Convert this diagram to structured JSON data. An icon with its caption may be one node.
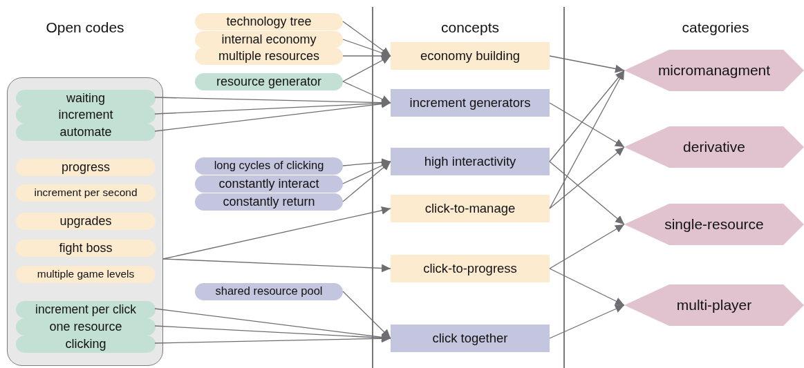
{
  "diagram": {
    "nodes": [
      {
        "text": [],
        "shape": "box"
      },
      {
        "text": [
          "waiting"
        ],
        "in": 0
      },
      {
        "text": [
          "increment"
        ],
        "in": 0
      },
      {
        "text": [
          "automate"
        ],
        "in": 0
      },
      {
        "text": [
          "progress"
        ],
        "in": 0
      },
      {
        "text": [
          "increment per second"
        ],
        "in": 0
      },
      {
        "text": [
          "upgrades"
        ],
        "in": 0
      },
      {
        "text": [
          "fight boss"
        ],
        "in": 0
      },
      {
        "text": [
          "multiple game levels"
        ],
        "in": 0
      },
      {
        "text": [
          "increment per click"
        ],
        "in": 0
      },
      {
        "text": [
          "one resource"
        ],
        "in": 0
      },
      {
        "text": [
          "clicking"
        ],
        "in": 0
      },
      {
        "text": [
          "technology tree"
        ]
      },
      {
        "text": [
          "internal economy"
        ]
      },
      {
        "text": [
          "multiple resources"
        ]
      },
      {
        "text": [
          "resource generator"
        ]
      },
      {
        "text": [
          "long cycles of clicking"
        ]
      },
      {
        "text": [
          "constantly interact"
        ]
      },
      {
        "text": [
          "constantly return"
        ]
      },
      {
        "text": [
          "shared resource pool"
        ]
      },
      {
        "text": [
          "economy building"
        ]
      },
      {
        "text": [
          "increment generators"
        ]
      },
      {
        "text": [
          "high interactivity"
        ]
      },
      {
        "text": [
          "click-to-manage"
        ]
      },
      {
        "text": [
          "click-to-progress"
        ]
      },
      {
        "text": [
          "click together"
        ]
      },
      {
        "text": [
          "micromanagment"
        ]
      },
      {
        "text": [
          "derivative"
        ]
      },
      {
        "text": [
          "single-resource"
        ]
      },
      {
        "text": [
          "multi-player"
        ]
      }
    ],
    "edges": [
      {
        "from": 12,
        "to": 20,
        "arrow": "to"
      },
      {
        "from": 13,
        "to": 20,
        "arrow": "to"
      },
      {
        "from": 14,
        "to": 20,
        "arrow": "to"
      },
      {
        "from": 15,
        "to": 20,
        "arrow": "to"
      },
      {
        "from": 15,
        "to": 21,
        "arrow": "to"
      },
      {
        "from": 1,
        "to": 21,
        "arrow": "to"
      },
      {
        "from": 2,
        "to": 21,
        "arrow": "to"
      },
      {
        "from": 3,
        "to": 21,
        "arrow": "to"
      },
      {
        "from": 16,
        "to": 22,
        "arrow": "to"
      },
      {
        "from": 17,
        "to": 22,
        "arrow": "to"
      },
      {
        "from": 18,
        "to": 22,
        "arrow": "to"
      },
      {
        "from": 0,
        "to": 23,
        "arrow": "to"
      },
      {
        "from": 0,
        "to": 24,
        "arrow": "to"
      },
      {
        "from": 19,
        "to": 25,
        "arrow": "to"
      },
      {
        "from": 9,
        "to": 25,
        "arrow": "to"
      },
      {
        "from": 10,
        "to": 25,
        "arrow": "to"
      },
      {
        "from": 11,
        "to": 25,
        "arrow": "to"
      },
      {
        "from": 20,
        "to": 26,
        "arrow": "to"
      },
      {
        "from": 21,
        "to": 27,
        "arrow": "to"
      },
      {
        "from": 22,
        "to": 26,
        "arrow": "to"
      },
      {
        "from": 22,
        "to": 28,
        "arrow": "to"
      },
      {
        "from": 23,
        "to": 26,
        "arrow": "to"
      },
      {
        "from": 23,
        "to": 27,
        "arrow": "to"
      },
      {
        "from": 24,
        "to": 28,
        "arrow": "to"
      },
      {
        "from": 24,
        "to": 29,
        "arrow": "to"
      },
      {
        "from": 25,
        "to": 29,
        "arrow": "to"
      }
    ],
    "labels": [
      "Open codes",
      "concepts",
      "categories"
    ]
  }
}
